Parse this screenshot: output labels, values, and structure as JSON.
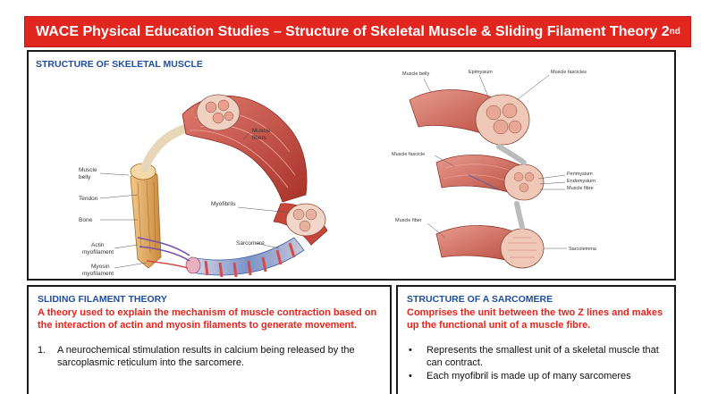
{
  "header": {
    "title": "WACE Physical Education Studies – Structure of Skeletal Muscle & Sliding Filament Theory 2",
    "title_sup": "nd"
  },
  "top_panel": {
    "heading": "STRUCTURE OF SKELETAL MUSCLE",
    "main_labels": {
      "muscle_belly": [
        "Muscle",
        "belly"
      ],
      "tendon": "Tendon",
      "bone": "Bone",
      "muscle_fibers": [
        "Muscle",
        "fibers"
      ],
      "myofibrils": "Myofibrils",
      "sarcomere": "Sarcomere",
      "actin": [
        "Actin",
        "myofilament"
      ],
      "myosin": [
        "Myosin",
        "myofilament"
      ]
    },
    "side_labels": {
      "muscle_belly": "Muscle belly",
      "epimysium": "Epimysium",
      "muscle_fascicles": "Muscle fascicles",
      "muscle_fascicle": "Muscle fascicle",
      "perimysium": "Perimysium",
      "endomysium": "Endomysium",
      "muscle_fibre": "Muscle fibre",
      "muscle_fiber": "Muscle fiber",
      "sarcolemma": "Sarcolemma"
    }
  },
  "sliding_filament": {
    "heading": "SLIDING FILAMENT THEORY",
    "definition": "A theory used to explain the mechanism of muscle contraction based on the interaction of actin and myosin filaments to generate movement.",
    "steps": [
      {
        "num": "1.",
        "text": "A neurochemical stimulation results in calcium being released by the sarcoplasmic reticulum into the sarcomere."
      }
    ]
  },
  "sarcomere": {
    "heading": "STRUCTURE OF A SARCOMERE",
    "definition": "Comprises the unit between the two Z lines and makes up the functional unit of a muscle fibre.",
    "bullets": [
      {
        "mark": "•",
        "text": "Represents the smallest unit of a skeletal muscle that can contract."
      },
      {
        "mark": "•",
        "text": "Each myofibril is made up of many sarcomeres"
      }
    ]
  },
  "colors": {
    "title_bg": "#e0261f",
    "heading_blue": "#1f4e9b",
    "definition_red": "#e0261f",
    "muscle_red": "#c8453a",
    "muscle_pink": "#e8a6a0",
    "bone_tan": "#e6b067",
    "sarcomere_blue": "#3b5fa8"
  }
}
